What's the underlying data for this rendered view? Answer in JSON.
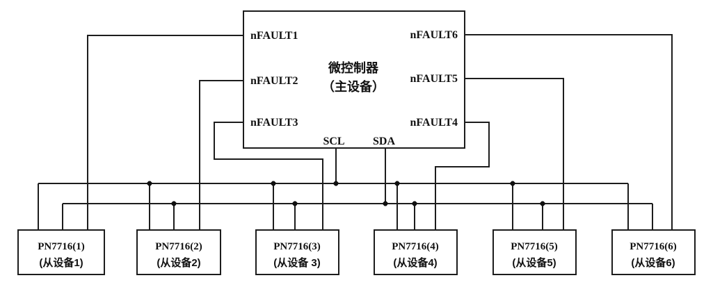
{
  "diagram": {
    "colors": {
      "background": "#ffffff",
      "line": "#1c1c1c",
      "text": "#111111"
    },
    "master": {
      "name_line1": "微控制器",
      "name_line2": "（主设备）",
      "left_pins": [
        "nFAULT1",
        "nFAULT2",
        "nFAULT3"
      ],
      "right_pins": [
        "nFAULT6",
        "nFAULT5",
        "nFAULT4"
      ],
      "bus_pins": [
        "SCL",
        "SDA"
      ]
    },
    "slaves": [
      {
        "name": "PN7716(1)",
        "role": "(从设备1)"
      },
      {
        "name": "PN7716(2)",
        "role": "(从设备2)"
      },
      {
        "name": "PN7716(3)",
        "role": "(从设备 3)"
      },
      {
        "name": "PN7716(4)",
        "role": "(从设备4)"
      },
      {
        "name": "PN7716(5)",
        "role": "(从设备5)"
      },
      {
        "name": "PN7716(6)",
        "role": "(从设备6)"
      }
    ],
    "connections": {
      "i2c_bus": {
        "signals": [
          "SCL",
          "SDA"
        ],
        "shared_by": [
          "PN7716(1)",
          "PN7716(2)",
          "PN7716(3)",
          "PN7716(4)",
          "PN7716(5)",
          "PN7716(6)"
        ]
      },
      "fault_lines": [
        {
          "pin": "nFAULT1",
          "to": "PN7716(1)"
        },
        {
          "pin": "nFAULT2",
          "to": "PN7716(2)"
        },
        {
          "pin": "nFAULT3",
          "to": "PN7716(3)"
        },
        {
          "pin": "nFAULT4",
          "to": "PN7716(4)"
        },
        {
          "pin": "nFAULT5",
          "to": "PN7716(5)"
        },
        {
          "pin": "nFAULT6",
          "to": "PN7716(6)"
        }
      ]
    }
  }
}
